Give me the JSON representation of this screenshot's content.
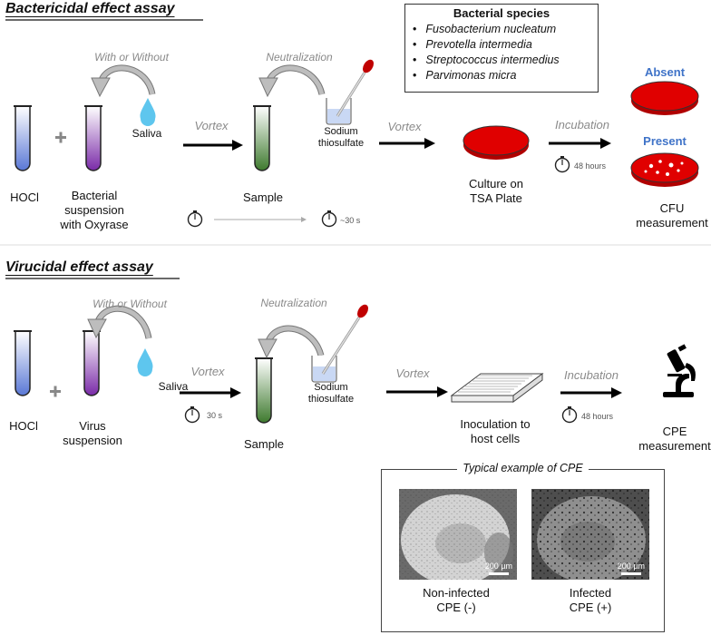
{
  "bacterial": {
    "title": "Bactericidal effect assay",
    "hocl": "HOCl",
    "suspension_lines": [
      "Bacterial",
      "suspension",
      "with Oxyrase"
    ],
    "with_or_without": "With or Without",
    "saliva": "Saliva",
    "vortex1": "Vortex",
    "neutralization": "Neutralization",
    "sample": "Sample",
    "sodium_lines": [
      "Sodium",
      "thiosulfate"
    ],
    "vortex2": "Vortex",
    "culture_lines": [
      "Culture on",
      "TSA Plate"
    ],
    "incubation": "Incubation",
    "time_incubation": "48 hours",
    "time_neutral": "~30 s",
    "absent": "Absent",
    "present": "Present",
    "cfu_lines": [
      "CFU",
      "measurement"
    ],
    "species_title": "Bacterial species",
    "species": [
      "Fusobacterium nucleatum",
      "Prevotella intermedia",
      "Streptococcus intermedius",
      "Parvimonas micra"
    ]
  },
  "viral": {
    "title": "Virucidal effect assay",
    "hocl": "HOCl",
    "suspension_lines": [
      "Virus",
      "suspension"
    ],
    "with_or_without": "With or Without",
    "saliva": "Saliva",
    "vortex1": "Vortex",
    "time_vortex": "30 s",
    "neutralization": "Neutralization",
    "sample": "Sample",
    "sodium_lines": [
      "Sodium",
      "thiosulfate"
    ],
    "vortex2": "Vortex",
    "inoculation_lines": [
      "Inoculation to",
      "host cells"
    ],
    "incubation": "Incubation",
    "time_incubation": "48 hours",
    "cpe_lines": [
      "CPE",
      "measurement"
    ],
    "cpe_box_title": "Typical example of CPE",
    "scale": "200 µm",
    "noninfected_lines": [
      "Non-infected",
      "CPE (-)"
    ],
    "infected_lines": [
      "Infected",
      "CPE (+)"
    ]
  },
  "colors": {
    "hocl_blue": "#6f8fd8",
    "purple": "#8b3fb0",
    "green": "#4f8a3c",
    "red": "#e00000",
    "saliva": "#5ec6ee",
    "accent_blue": "#3f73c8",
    "gray_text": "#8a8a8a"
  }
}
